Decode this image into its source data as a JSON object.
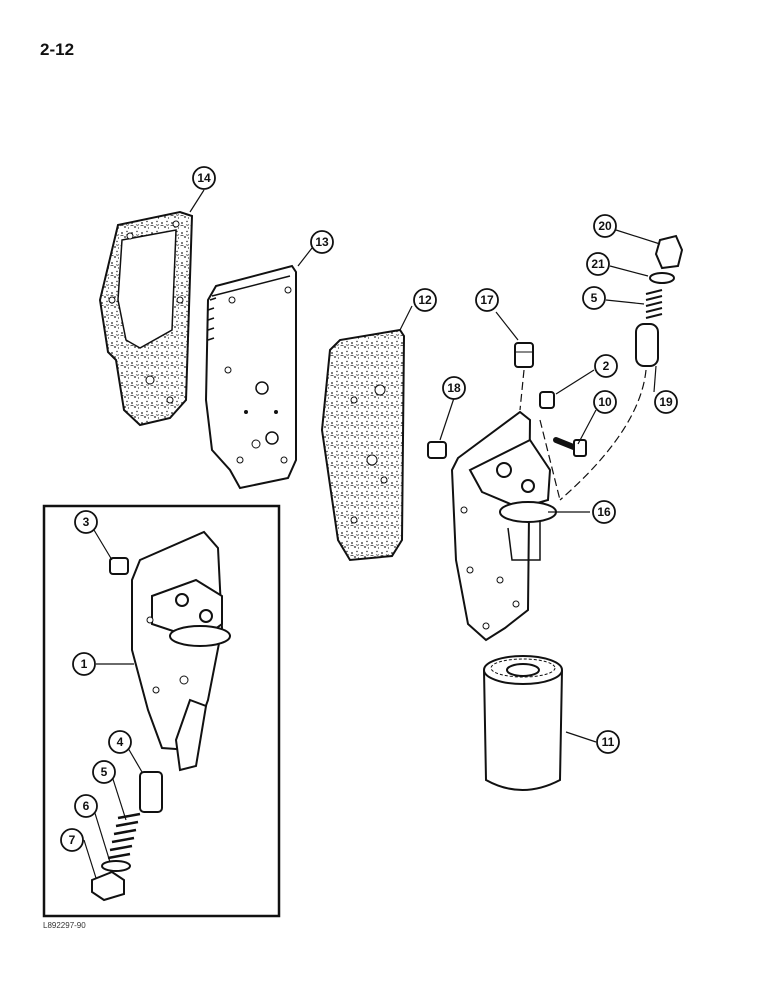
{
  "page_number": "2-12",
  "drawing_code": "L892297-90",
  "callouts": [
    "1",
    "2",
    "3",
    "4",
    "5",
    "5",
    "6",
    "7",
    "10",
    "11",
    "12",
    "13",
    "14",
    "16",
    "17",
    "18",
    "19",
    "20",
    "21"
  ]
}
